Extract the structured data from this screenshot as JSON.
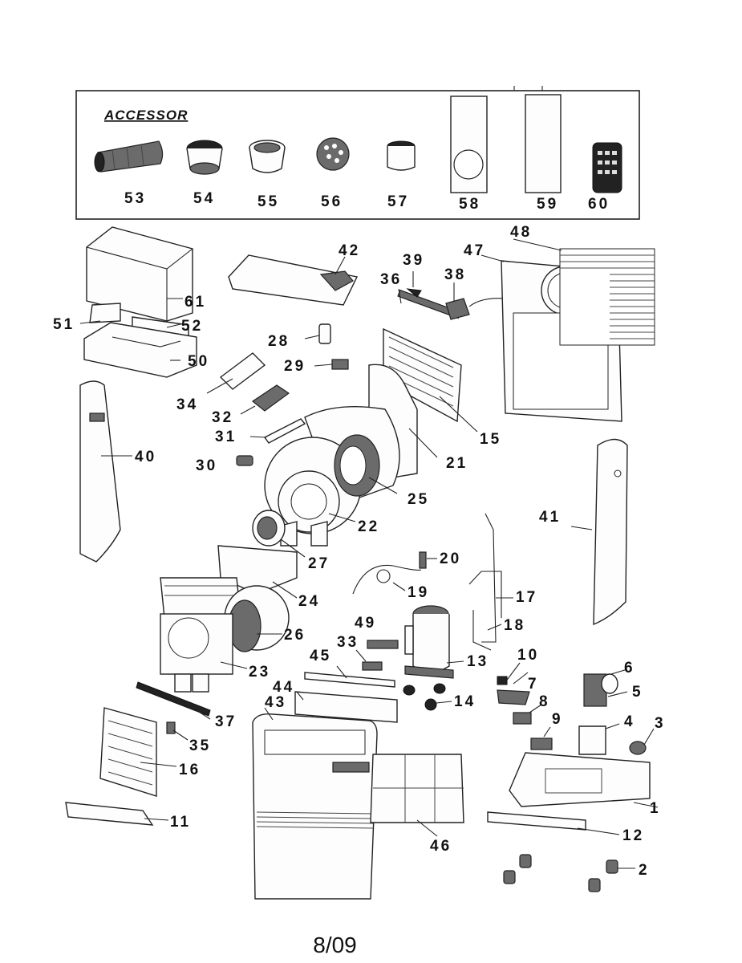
{
  "accessory_box": {
    "title": "ACCESSOR",
    "items": [
      {
        "number": "53",
        "name": "exhaust hose"
      },
      {
        "number": "54",
        "name": "hose adapter"
      },
      {
        "number": "55",
        "name": "hose connector"
      },
      {
        "number": "56",
        "name": "window outlet cap"
      },
      {
        "number": "57",
        "name": "ring"
      },
      {
        "number": "58",
        "name": "window panel with opening"
      },
      {
        "number": "59",
        "name": "window panel"
      },
      {
        "number": "60",
        "name": "remote control"
      }
    ]
  },
  "parts": {
    "1": "1",
    "2": "2",
    "3": "3",
    "4": "4",
    "5": "5",
    "6": "6",
    "7": "7",
    "8": "8",
    "9": "9",
    "10": "10",
    "11": "11",
    "12": "12",
    "13": "13",
    "14": "14",
    "15": "15",
    "16": "16",
    "17": "17",
    "18": "18",
    "19": "19",
    "20": "20",
    "21": "21",
    "22": "22",
    "23": "23",
    "24": "24",
    "25": "25",
    "26": "26",
    "27": "27",
    "28": "28",
    "29": "29",
    "30": "30",
    "31": "31",
    "32": "32",
    "33": "33",
    "34": "34",
    "35": "35",
    "36": "36",
    "37": "37",
    "38": "38",
    "39": "39",
    "40": "40",
    "41": "41",
    "42": "42",
    "43": "43",
    "44": "44",
    "45": "45",
    "46": "46",
    "47": "47",
    "48": "48",
    "49": "49",
    "50": "50",
    "51": "51",
    "52": "52",
    "61": "61"
  },
  "page_number": "8/09"
}
